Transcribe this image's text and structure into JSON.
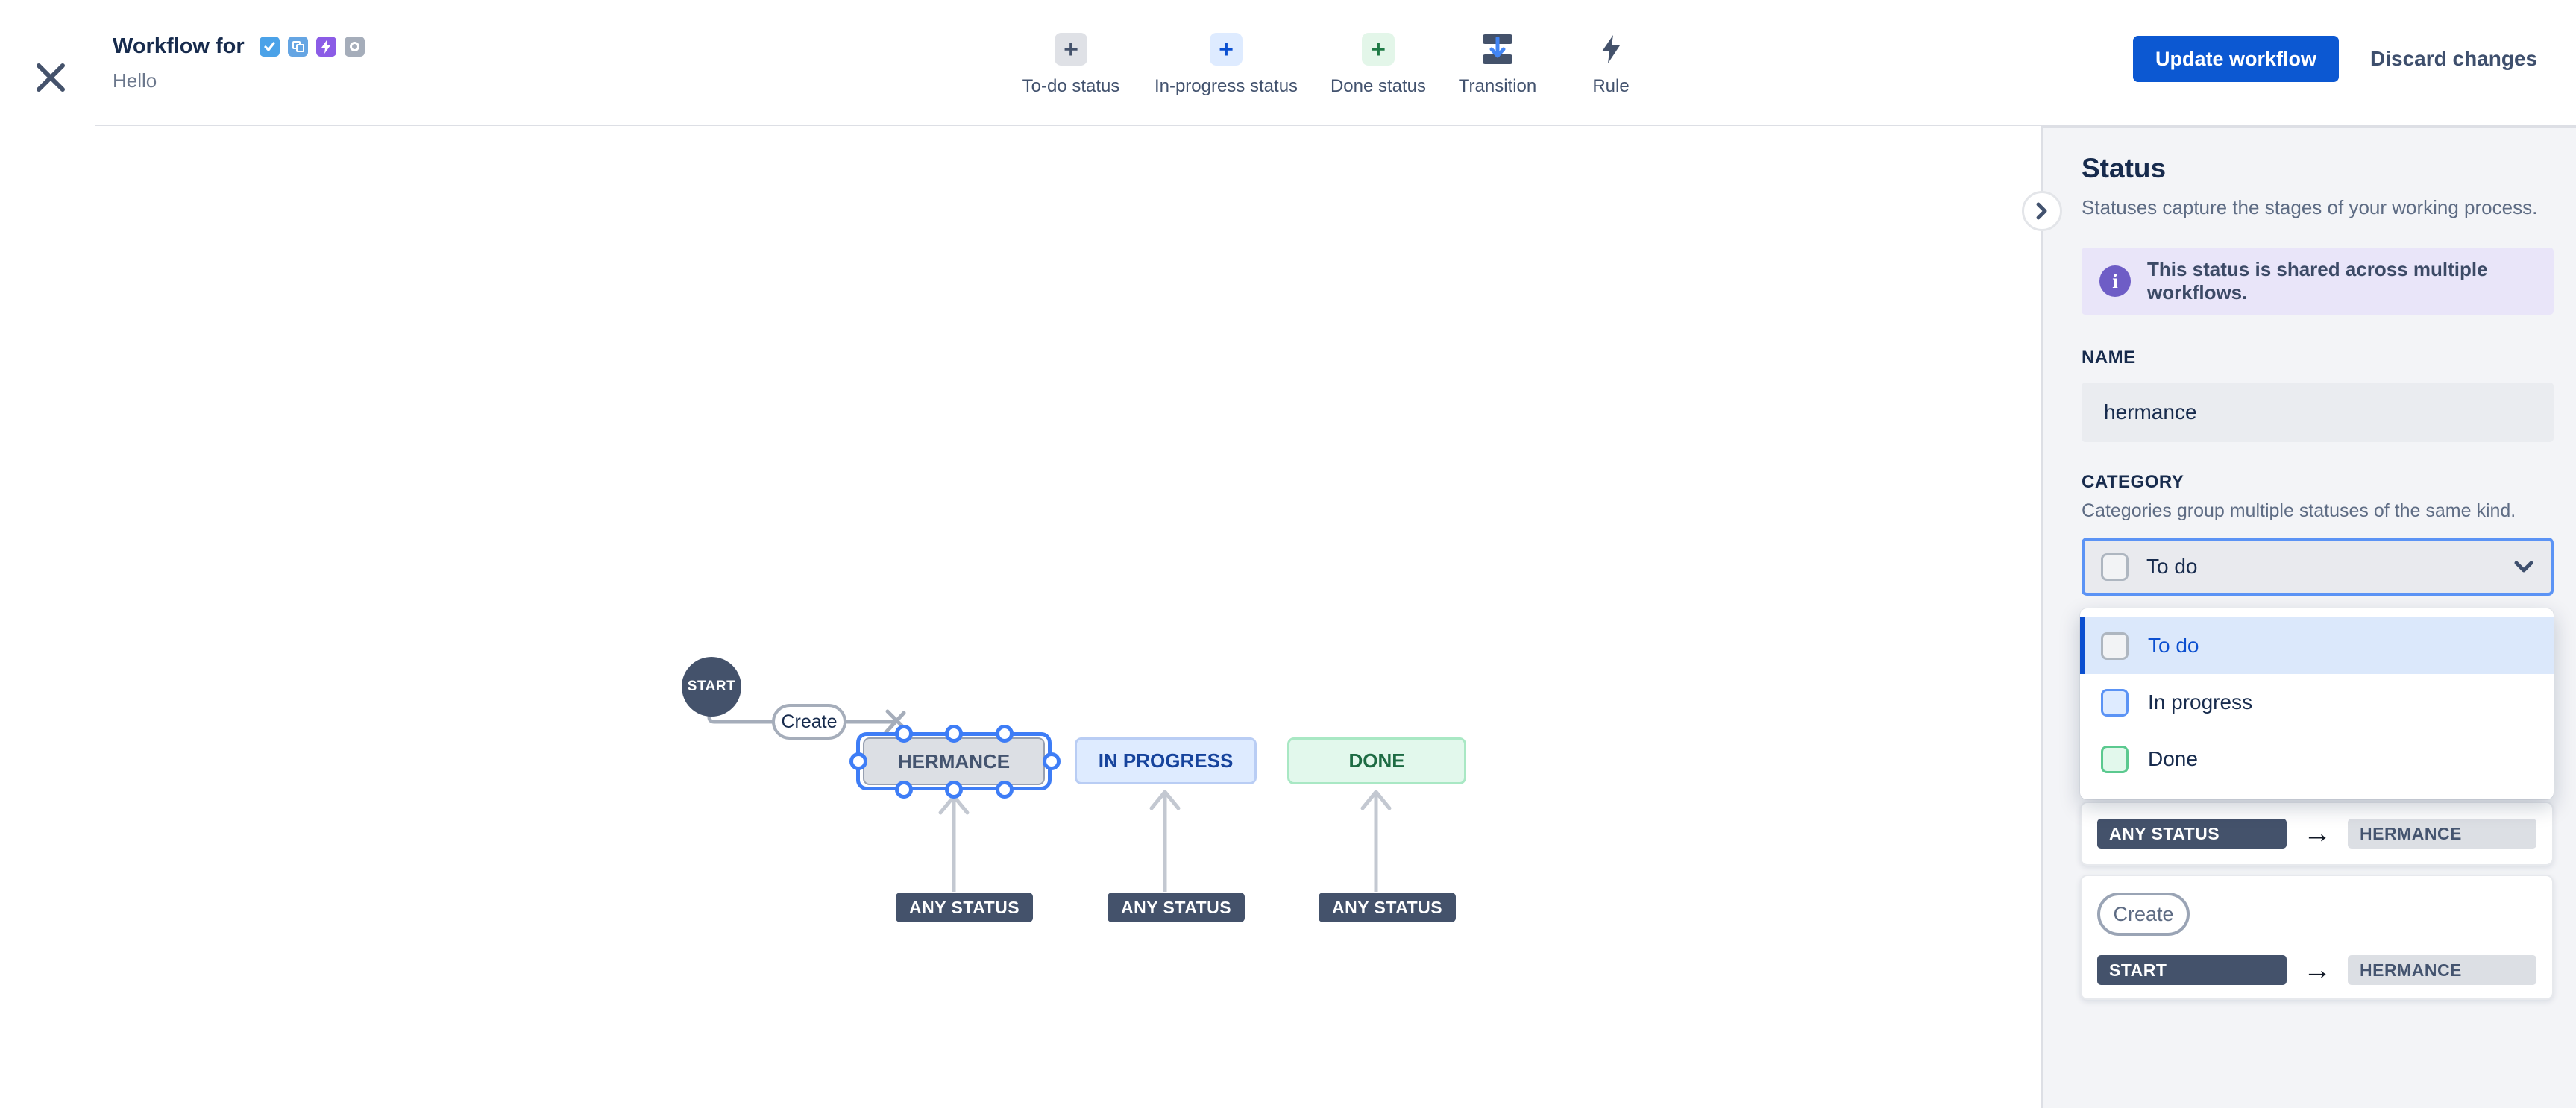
{
  "header": {
    "title": "Workflow for",
    "subtitle": "Hello",
    "issue_type_icons": [
      "task-check-icon",
      "subtask-squares-icon",
      "epic-bolt-icon",
      "generic-circle-icon"
    ],
    "actions": {
      "update": "Update workflow",
      "discard": "Discard changes"
    }
  },
  "toolbar": {
    "items": [
      {
        "label": "To-do status",
        "icon": "plus",
        "plus_glyph": "+"
      },
      {
        "label": "In-progress status",
        "icon": "plus",
        "plus_glyph": "+"
      },
      {
        "label": "Done status",
        "icon": "plus",
        "plus_glyph": "+"
      },
      {
        "label": "Transition",
        "icon": "transition-arrow"
      },
      {
        "label": "Rule",
        "icon": "lightning-bolt"
      }
    ]
  },
  "canvas": {
    "start_label": "START",
    "create_label": "Create",
    "any_status_label": "ANY STATUS",
    "statuses": [
      {
        "label": "HERMANCE",
        "category": "todo",
        "selected": true
      },
      {
        "label": "IN PROGRESS",
        "category": "inprogress",
        "selected": false
      },
      {
        "label": "DONE",
        "category": "done",
        "selected": false
      }
    ]
  },
  "panel": {
    "heading": "Status",
    "subheading": "Statuses capture the stages of your working process.",
    "banner_text": "This status is shared across multiple workflows.",
    "name_label": "NAME",
    "name_value": "hermance",
    "category_label": "CATEGORY",
    "category_description": "Categories group multiple statuses of the same kind.",
    "category_selected": "To do",
    "category_options": [
      {
        "label": "To do",
        "selected": true
      },
      {
        "label": "In progress",
        "selected": false
      },
      {
        "label": "Done",
        "selected": false
      }
    ],
    "transition_cards": [
      {
        "from": "ANY STATUS",
        "arrow": "→",
        "to": "HERMANCE"
      },
      {
        "trigger": "Create",
        "from": "START",
        "arrow": "→",
        "to": "HERMANCE"
      }
    ]
  },
  "colors": {
    "primary_blue": "#0C58D2",
    "selection_blue": "#3E7DF6",
    "focus_blue": "#5B93F5",
    "info_purple": "#6E5DC6",
    "banner_bg": "#E9E5F9",
    "dark_slate": "#44526B",
    "todo_gray": "#DFE1E6",
    "inprogress_bg": "#DEEBFF",
    "done_bg": "#E2F8EC",
    "panel_bg": "#F3F4F7"
  }
}
